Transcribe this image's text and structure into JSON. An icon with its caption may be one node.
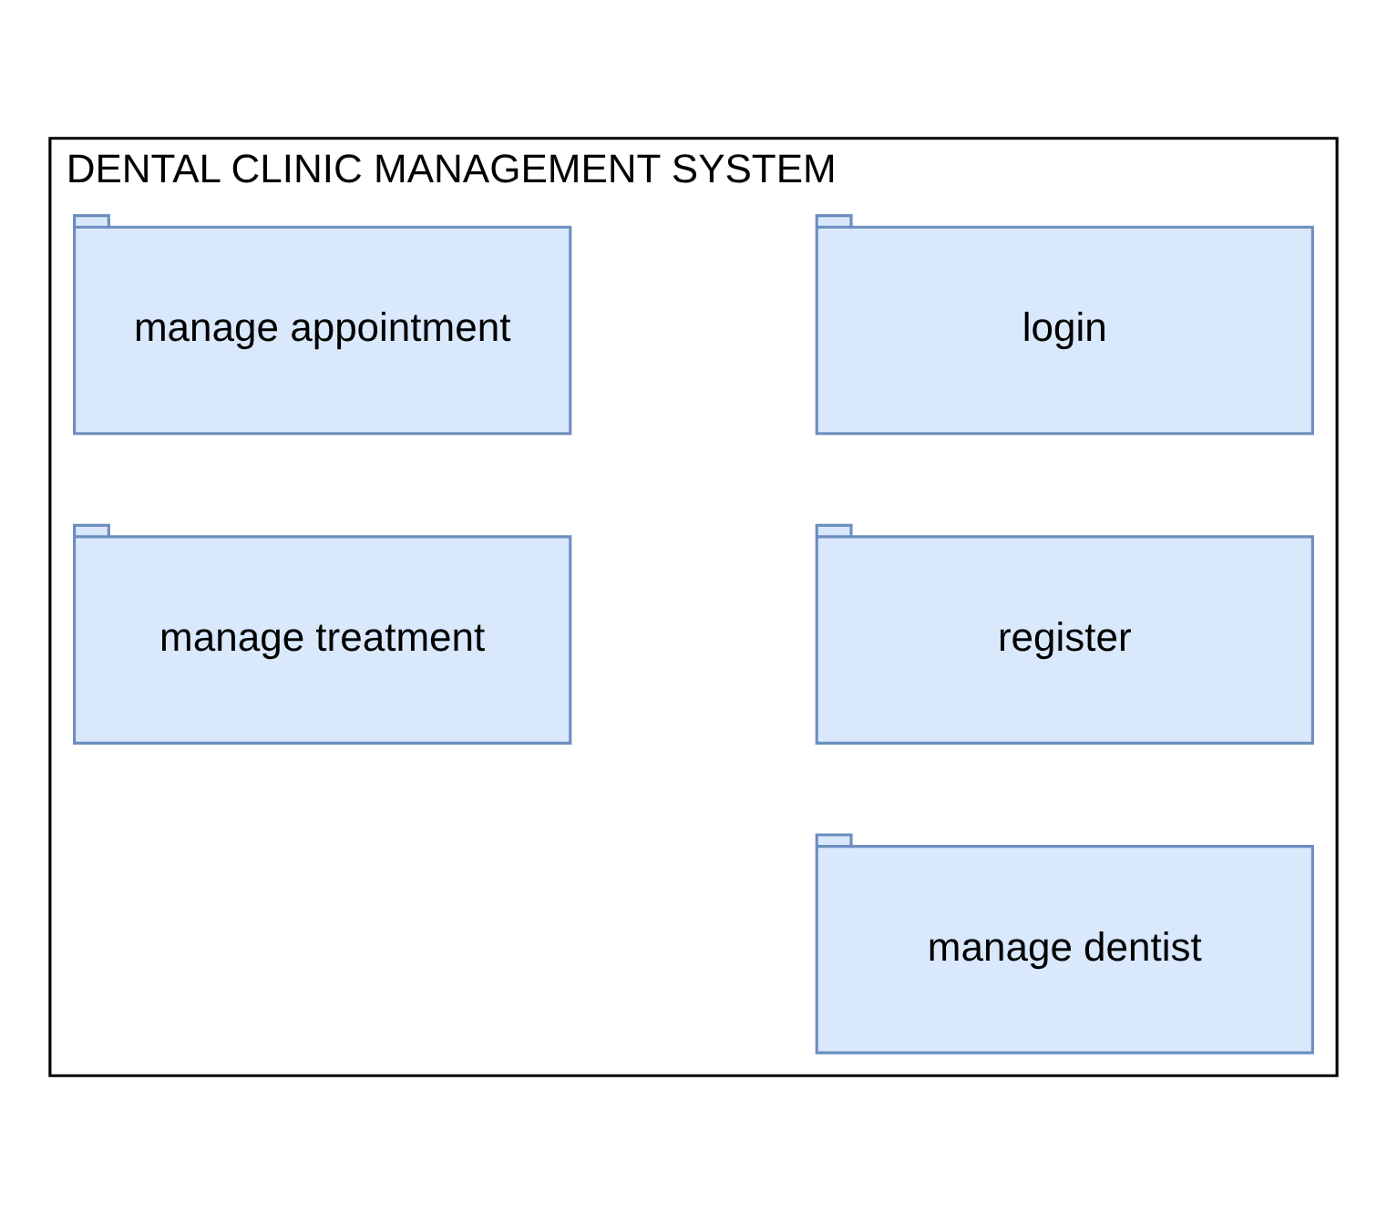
{
  "diagram": {
    "nodes": [
      {
        "text": [
          "DENTAL CLINIC MANAGEMENT SYSTEM"
        ]
      },
      {
        "text": [
          "login"
        ],
        "in": 0
      },
      {
        "text": [
          "manage appointment"
        ],
        "in": 0
      },
      {
        "text": [
          "register"
        ],
        "in": 0
      },
      {
        "text": [
          "manage treatment"
        ],
        "in": 0
      },
      {
        "text": [
          "manage dentist"
        ],
        "in": 0
      }
    ]
  }
}
